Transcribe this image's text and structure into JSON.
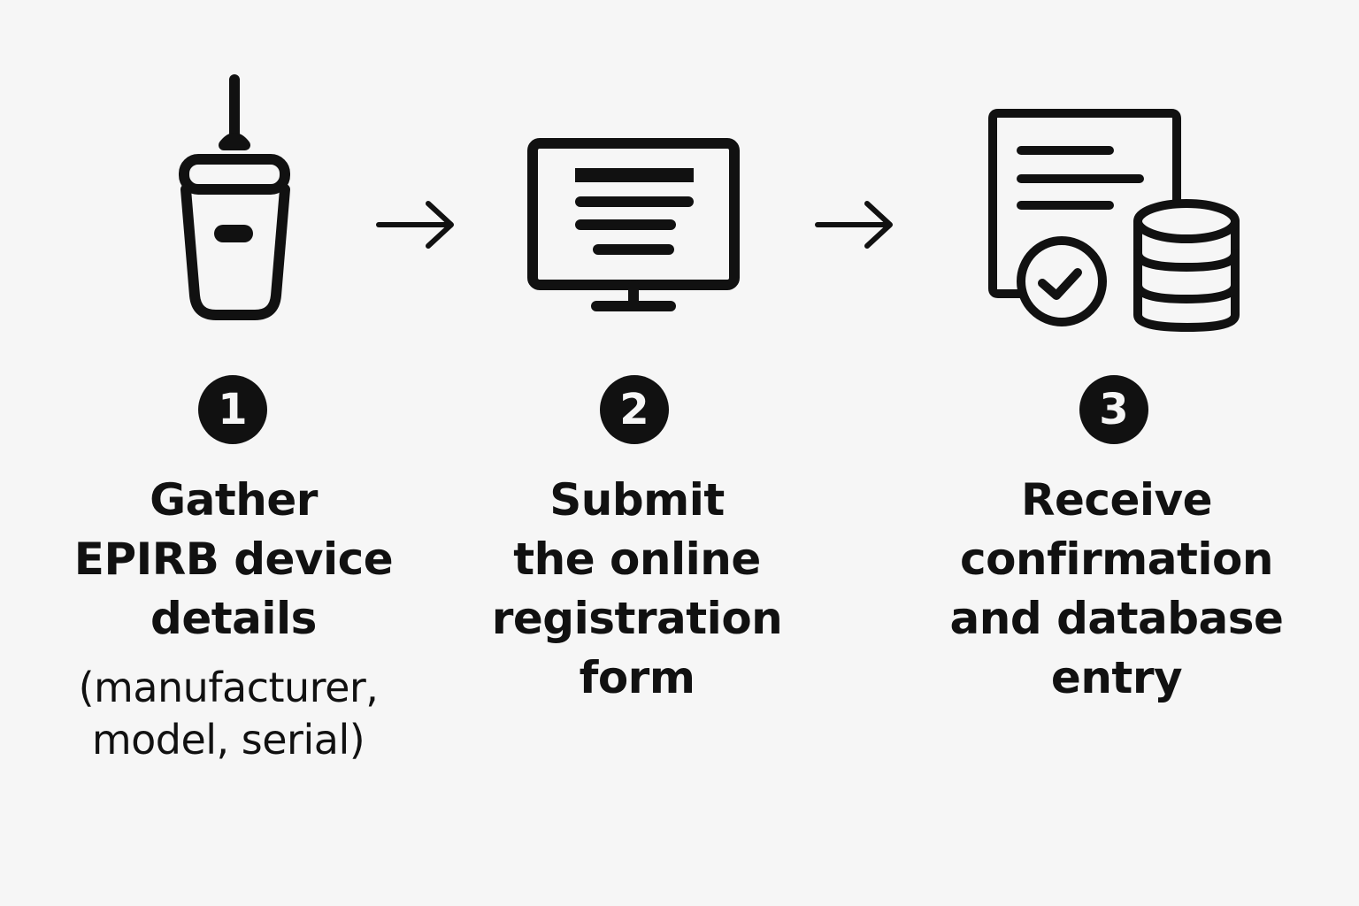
{
  "background_color": "#f6f6f6",
  "ink_color": "#111111",
  "steps": [
    {
      "number": "1",
      "icon": "epirb-beacon-icon",
      "title_lines": [
        "Gather",
        "EPIRB device",
        "details"
      ],
      "subtitle_lines": [
        "(manufacturer,",
        "model, serial)"
      ]
    },
    {
      "number": "2",
      "icon": "computer-monitor-form-icon",
      "title_lines": [
        "Submit",
        "the online",
        "registration",
        "form"
      ],
      "subtitle_lines": []
    },
    {
      "number": "3",
      "icon": "document-check-database-icon",
      "title_lines": [
        "Receive",
        "confirmation",
        "and database",
        "entry"
      ],
      "subtitle_lines": []
    }
  ],
  "connectors": [
    "right-arrow-icon",
    "right-arrow-icon"
  ]
}
